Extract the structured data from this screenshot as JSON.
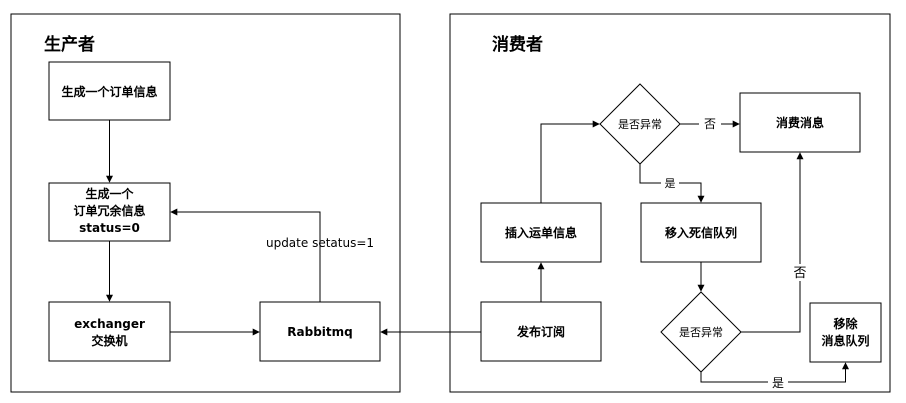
{
  "panels": {
    "producer_title": "生产者",
    "consumer_title": "消费者"
  },
  "nodes": {
    "gen_order": "生成一个订单信息",
    "gen_redundant": [
      "生成一个",
      "订单冗余信息",
      "status=0"
    ],
    "exchanger": [
      "exchanger",
      "交换机"
    ],
    "rabbitmq": "Rabbitmq",
    "publish_subscribe": "发布订阅",
    "insert_waybill": "插入运单信息",
    "decision_1": "是否异常",
    "consume_message": "消费消息",
    "move_dead_letter": "移入死信队列",
    "decision_2": "是否异常",
    "remove_queue": [
      "移除",
      "消息队列"
    ]
  },
  "edge_labels": {
    "update_status": "update   setatus=1",
    "no_1": "否",
    "yes_1": "是",
    "no_2": "否",
    "yes_2": "是"
  }
}
